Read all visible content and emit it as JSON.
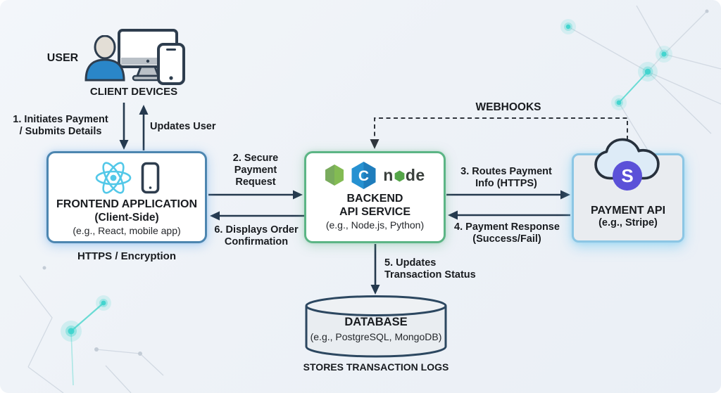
{
  "client": {
    "user_label": "USER",
    "devices_label": "CLIENT DEVICES"
  },
  "frontend": {
    "title": "FRONTEND APPLICATION",
    "subtitle": "(Client-Side)",
    "examples": "(e.g., React, mobile app)",
    "caption": "HTTPS / Encryption"
  },
  "backend": {
    "title": "BACKEND\nAPI SERVICE",
    "examples": "(e.g., Node.js, Python)",
    "c_logo_letter": "C",
    "node_wordmark_left": "n",
    "node_wordmark_right": "de"
  },
  "payment": {
    "title": "PAYMENT API",
    "examples": "(e.g., Stripe)",
    "stripe_letter": "S"
  },
  "database": {
    "title": "DATABASE",
    "examples": "(e.g., PostgreSQL, MongoDB)",
    "caption": "STORES TRANSACTION LOGS"
  },
  "flows": {
    "step1": "1. Initiates Payment\n/ Submits Details",
    "updates_user": "Updates User",
    "step2": "2. Secure\nPayment\nRequest",
    "step3": "3. Routes Payment\nInfo (HTTPS)",
    "step4": "4. Payment Response\n(Success/Fail)",
    "step5": "5. Updates\nTransaction Status",
    "step6": "6. Displays Order\nConfirmation",
    "webhooks": "WEBHOOKS"
  },
  "colors": {
    "arrow": "#25394e",
    "frontend_border": "#4d86b0",
    "backend_border": "#5cb585",
    "payment_border": "#8cc6e4",
    "stripe_purple": "#5b51d8",
    "react_cyan": "#53c8e8",
    "node_green": "#7fb356",
    "c_logo_blue": "#1f7fc4",
    "person_blue": "#2a86c8",
    "glow_teal": "#3fd4cd",
    "background": "#eef2f7"
  }
}
